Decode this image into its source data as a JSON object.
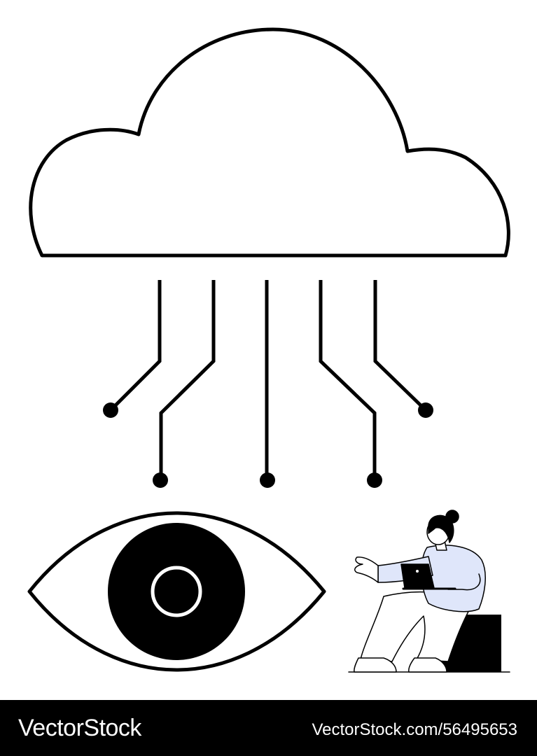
{
  "illustration": {
    "subjects": [
      "cloud-icon",
      "circuit-lines",
      "eye-icon",
      "person-with-laptop"
    ],
    "colors": {
      "outline": "#000000",
      "background": "#ffffff",
      "shirt": "#dfe6fa"
    }
  },
  "footer": {
    "brand": "VectorStock",
    "stock_id": "VectorStock.com/56495653"
  }
}
